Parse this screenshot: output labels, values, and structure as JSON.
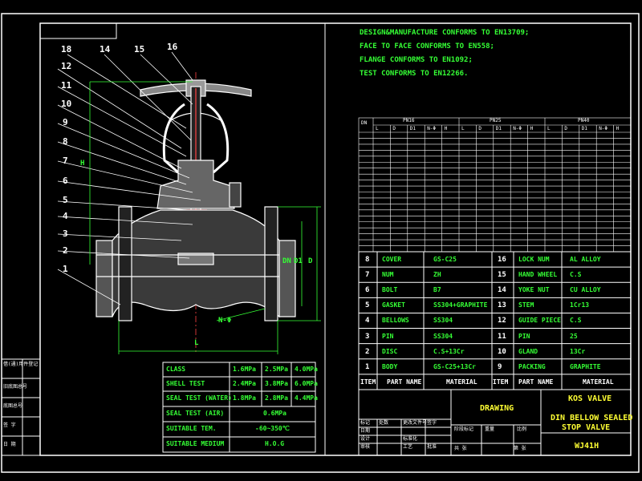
{
  "notes": [
    "DESIGN&MANUFACTURE CONFORMS TO EN13709;",
    "FACE TO FACE CONFORMS TO EN558;",
    "FLANGE CONFORMS TO EN1092;",
    "TEST CONFORMS TO EN12266."
  ],
  "balloons": [
    "18",
    "14",
    "15",
    "16",
    "12",
    "11",
    "10",
    "9",
    "8",
    "7",
    "6",
    "5",
    "4",
    "3",
    "2",
    "1"
  ],
  "dims": {
    "L": "L",
    "H": "H",
    "D": "D",
    "D1": "D1",
    "nd": "N-Φ",
    "dn": "DN"
  },
  "dim_table": {
    "groups": [
      "PN16",
      "PN25",
      "PN40"
    ],
    "dn_header": "DN",
    "sub_headers": [
      "L",
      "D",
      "D1",
      "N-Φ",
      "H",
      "L",
      "D",
      "D1",
      "N-Φ",
      "H",
      "L",
      "D",
      "D1",
      "N-Φ",
      "H"
    ],
    "row_count": 20
  },
  "test_table": {
    "rows": [
      {
        "label": "CLASS",
        "v": [
          "1.6MPa",
          "2.5MPa",
          "4.0MPa"
        ]
      },
      {
        "label": "SHELL TEST",
        "v": [
          "2.4MPa",
          "3.8MPa",
          "6.0MPa"
        ]
      },
      {
        "label": "SEAL TEST (WATER)",
        "v": [
          "1.8MPa",
          "2.8MPa",
          "4.4MPa"
        ]
      }
    ],
    "air_label": "SEAL TEST (AIR)",
    "air_value": "0.6MPa",
    "temp_label": "SUITABLE TEM.",
    "temp_value": "-60~350℃",
    "medium_label": "SUITABLE MEDIUM",
    "medium_value": "H.O.G"
  },
  "parts": {
    "left": [
      {
        "no": "8",
        "name": "COVER",
        "mat": "GS-C25"
      },
      {
        "no": "7",
        "name": "NUM",
        "mat": "ZH"
      },
      {
        "no": "6",
        "name": "BOLT",
        "mat": "B7"
      },
      {
        "no": "5",
        "name": "GASKET",
        "mat": "SS304+GRAPHITE"
      },
      {
        "no": "4",
        "name": "BELLOWS",
        "mat": "SS304"
      },
      {
        "no": "3",
        "name": "PIN",
        "mat": "SS304"
      },
      {
        "no": "2",
        "name": "DISC",
        "mat": "C.S+13Cr"
      },
      {
        "no": "1",
        "name": "BODY",
        "mat": "GS-C25+13Cr"
      }
    ],
    "right": [
      {
        "no": "16",
        "name": "LOCK NUM",
        "mat": "AL ALLOY"
      },
      {
        "no": "15",
        "name": "HAND WHEEL",
        "mat": "C.S"
      },
      {
        "no": "14",
        "name": "YOKE NUT",
        "mat": "CU ALLOY"
      },
      {
        "no": "13",
        "name": "STEM",
        "mat": "1Cr13"
      },
      {
        "no": "12",
        "name": "GUIDE PIECE",
        "mat": "C.S"
      },
      {
        "no": "11",
        "name": "PIN",
        "mat": "25"
      },
      {
        "no": "10",
        "name": "GLAND",
        "mat": "13Cr"
      },
      {
        "no": "9",
        "name": "PACKING",
        "mat": "GRAPHITE"
      }
    ],
    "header": {
      "item": "ITEM",
      "name": "PART NAME",
      "mat": "MATERIAL"
    }
  },
  "title_block": {
    "drawing": "DRAWING",
    "company": "KOS VALVE",
    "product_1": "DIN BELLOW SEALED",
    "product_2": "STOP VALVE",
    "model": "WJ41H"
  },
  "left_strip": [
    "借(通)用件登记",
    "旧底图总号",
    "底图总号",
    "签 字",
    "日 期"
  ],
  "title_small": [
    "标记",
    "处数",
    "更改文件号",
    "签字",
    "日期",
    "设计",
    "标准化",
    "审核",
    "工艺",
    "批准",
    "阶段标记",
    "重量",
    "比例",
    "共 张",
    "第 张"
  ]
}
